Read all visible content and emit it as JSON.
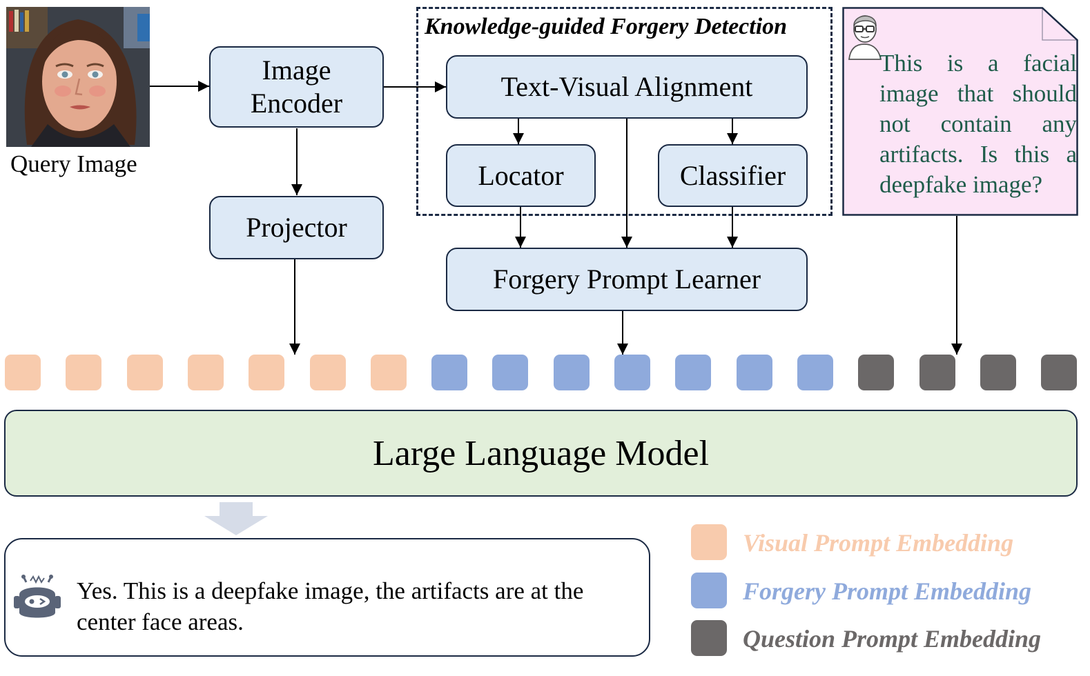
{
  "query_image": {
    "caption": "Query Image"
  },
  "nodes": {
    "image_encoder": "Image Encoder",
    "image_encoder_line1": "Image",
    "image_encoder_line2": "Encoder",
    "projector": "Projector",
    "text_visual_alignment": "Text-Visual Alignment",
    "locator": "Locator",
    "classifier": "Classifier",
    "forgery_prompt_learner": "Forgery Prompt Learner",
    "llm": "Large Language Model"
  },
  "kg_group": {
    "title": "Knowledge-guided Forgery Detection"
  },
  "question": {
    "text": "This is a facial image that should not contain any artifacts. Is this a deepfake image?"
  },
  "answer": {
    "text": "Yes. This is a deepfake image, the artifacts are at the center face areas."
  },
  "tokens": {
    "visual_count": 7,
    "forgery_count": 7,
    "question_count": 4
  },
  "legend": [
    {
      "label": "Visual Prompt Embedding",
      "color": "#f8cbad"
    },
    {
      "label": "Forgery Prompt Embedding",
      "color": "#8faadc"
    },
    {
      "label": "Question Prompt Embedding",
      "color": "#6b6868"
    }
  ],
  "colors": {
    "box_fill": "#dde9f6",
    "llm_fill": "#e2efda",
    "question_fill": "#fce4f6",
    "question_text": "#1f5c4a",
    "border": "#1b2a44"
  }
}
